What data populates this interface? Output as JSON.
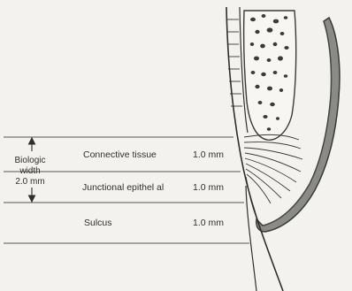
{
  "diagram": {
    "biologic_width": {
      "line1": "Biologic",
      "line2": "width",
      "line3": "2.0 mm"
    },
    "rows": [
      {
        "label": "Connective tissue",
        "value": "1.0 mm"
      },
      {
        "label": "Junctional epithel al",
        "value": "1.0 mm"
      },
      {
        "label": "Sulcus",
        "value": "1.0 mm"
      }
    ]
  }
}
